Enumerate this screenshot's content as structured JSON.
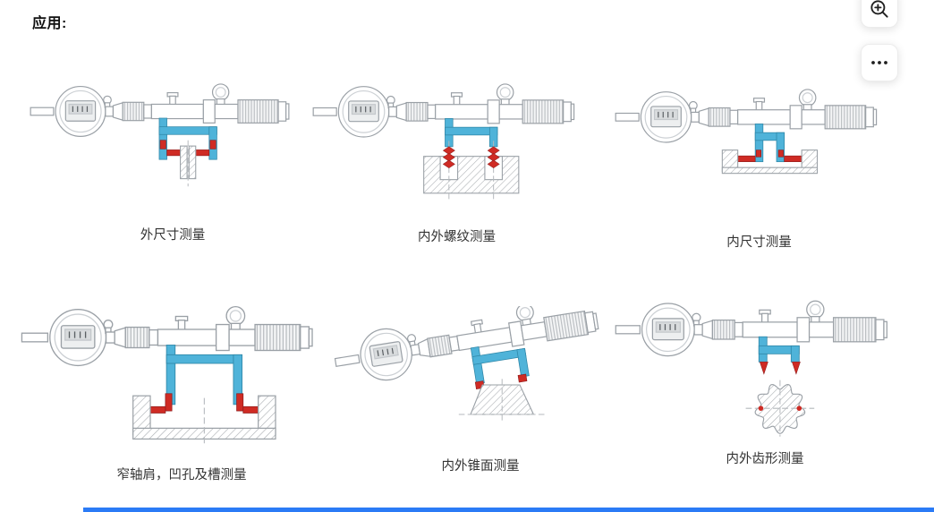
{
  "page": {
    "title": "应用:"
  },
  "toolbar": {
    "zoom_button": "zoom-in",
    "more_button": "more-options"
  },
  "applications": [
    {
      "caption": "外尺寸测量",
      "variant": "external"
    },
    {
      "caption": "内外螺纹测量",
      "variant": "thread"
    },
    {
      "caption": "内尺寸测量",
      "variant": "internal"
    },
    {
      "caption": "窄轴肩，凹孔及槽测量",
      "variant": "shoulder"
    },
    {
      "caption": "内外锥面测量",
      "variant": "taper"
    },
    {
      "caption": "内外齿形测量",
      "variant": "gear"
    }
  ],
  "colors": {
    "accent_blue": "#4fb3d9",
    "accent_red": "#cf2b24",
    "red_stroke": "#8f1d1d",
    "line": "#9aa0a6",
    "dash": "#b4b8bc",
    "knurl_line": "#b6babe",
    "hatch_line": "#a9adb1",
    "scrollbar_blue": "#2b7bf6"
  }
}
